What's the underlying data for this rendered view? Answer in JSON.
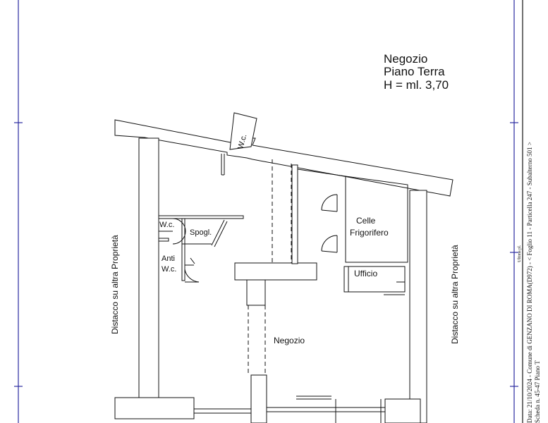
{
  "title": {
    "line1": "Negozio",
    "line2": "Piano Terra",
    "line3": "H = ml. 3,70"
  },
  "rooms": {
    "wc_top": "W.c.",
    "wc_left": "W.c.",
    "spogl": "Spogl.",
    "anti": "Anti",
    "anti_wc": "W.c.",
    "celle_1": "Celle",
    "celle_2": "Frigorifero",
    "ufficio": "Ufficio",
    "negozio": "Negozio"
  },
  "side_labels": {
    "left": "Distacco su altra Proprietà",
    "right": "Distacco su altra Proprietà"
  },
  "stamp": {
    "line1": "Data: 21/10/2024 - Comune di GENZANO DI ROMA(D972) - < Foglio 11 - Particella 247 - Subalterno 501 >",
    "line2": "Scheda n. 45-47 Piano T",
    "small": "Ultima pl."
  },
  "colors": {
    "frame": "#2a2aa0",
    "lines": "#111111"
  }
}
